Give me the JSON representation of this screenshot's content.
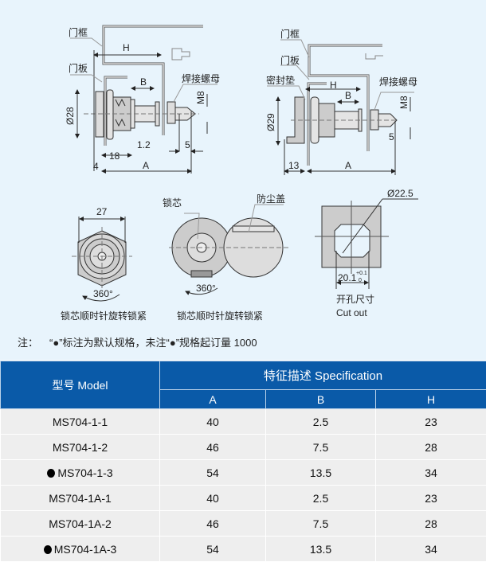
{
  "drawing1": {
    "door_frame": "门框",
    "door_panel": "门板",
    "weld_nut": "焊接螺母",
    "dim_H": "H",
    "dim_B": "B",
    "dim_diameter": "Ø28",
    "dim_M8": "M8",
    "dim_1_2": "1.2",
    "dim_18": "18",
    "dim_4": "4",
    "dim_A": "A",
    "dim_5": "5"
  },
  "drawing2": {
    "door_frame": "门框",
    "door_panel": "门板",
    "gasket": "密封垫",
    "weld_nut": "焊接螺母",
    "dim_H": "H",
    "dim_B": "B",
    "dim_diameter": "Ø29",
    "dim_M8": "M8",
    "dim_13": "13",
    "dim_A": "A",
    "dim_5": "5"
  },
  "drawing3": {
    "dim_27": "27",
    "rotation": "360°",
    "caption": "锁芯顺时针旋转锁紧"
  },
  "drawing4": {
    "lock_core": "锁芯",
    "dust_cover": "防尘盖",
    "rotation": "360°",
    "caption": "锁芯顺时针旋转锁紧"
  },
  "drawing5": {
    "dim_diameter": "Ø22.5",
    "dim_width": "20.1",
    "tol_upper": "+0.1",
    "tol_lower": "0",
    "caption_cn": "开孔尺寸",
    "caption_en": "Cut out"
  },
  "note": {
    "prefix": "注：",
    "text": "“●”标注为默认规格，未注“●”规格起订量 1000"
  },
  "table": {
    "model_header": "型号 Model",
    "spec_header": "特征描述 Specification",
    "columns": [
      "A",
      "B",
      "H"
    ],
    "rows": [
      {
        "model": "MS704-1-1",
        "default": false,
        "A": "40",
        "B": "2.5",
        "H": "23"
      },
      {
        "model": "MS704-1-2",
        "default": false,
        "A": "46",
        "B": "7.5",
        "H": "28"
      },
      {
        "model": "MS704-1-3",
        "default": true,
        "A": "54",
        "B": "13.5",
        "H": "34"
      },
      {
        "model": "MS704-1A-1",
        "default": false,
        "A": "40",
        "B": "2.5",
        "H": "23"
      },
      {
        "model": "MS704-1A-2",
        "default": false,
        "A": "46",
        "B": "7.5",
        "H": "28"
      },
      {
        "model": "MS704-1A-3",
        "default": true,
        "A": "54",
        "B": "13.5",
        "H": "34"
      }
    ]
  },
  "colors": {
    "header_blue": "#0a5aa8",
    "panel_bg": "#e8f4fc",
    "row_bg": "#eeeeee"
  }
}
